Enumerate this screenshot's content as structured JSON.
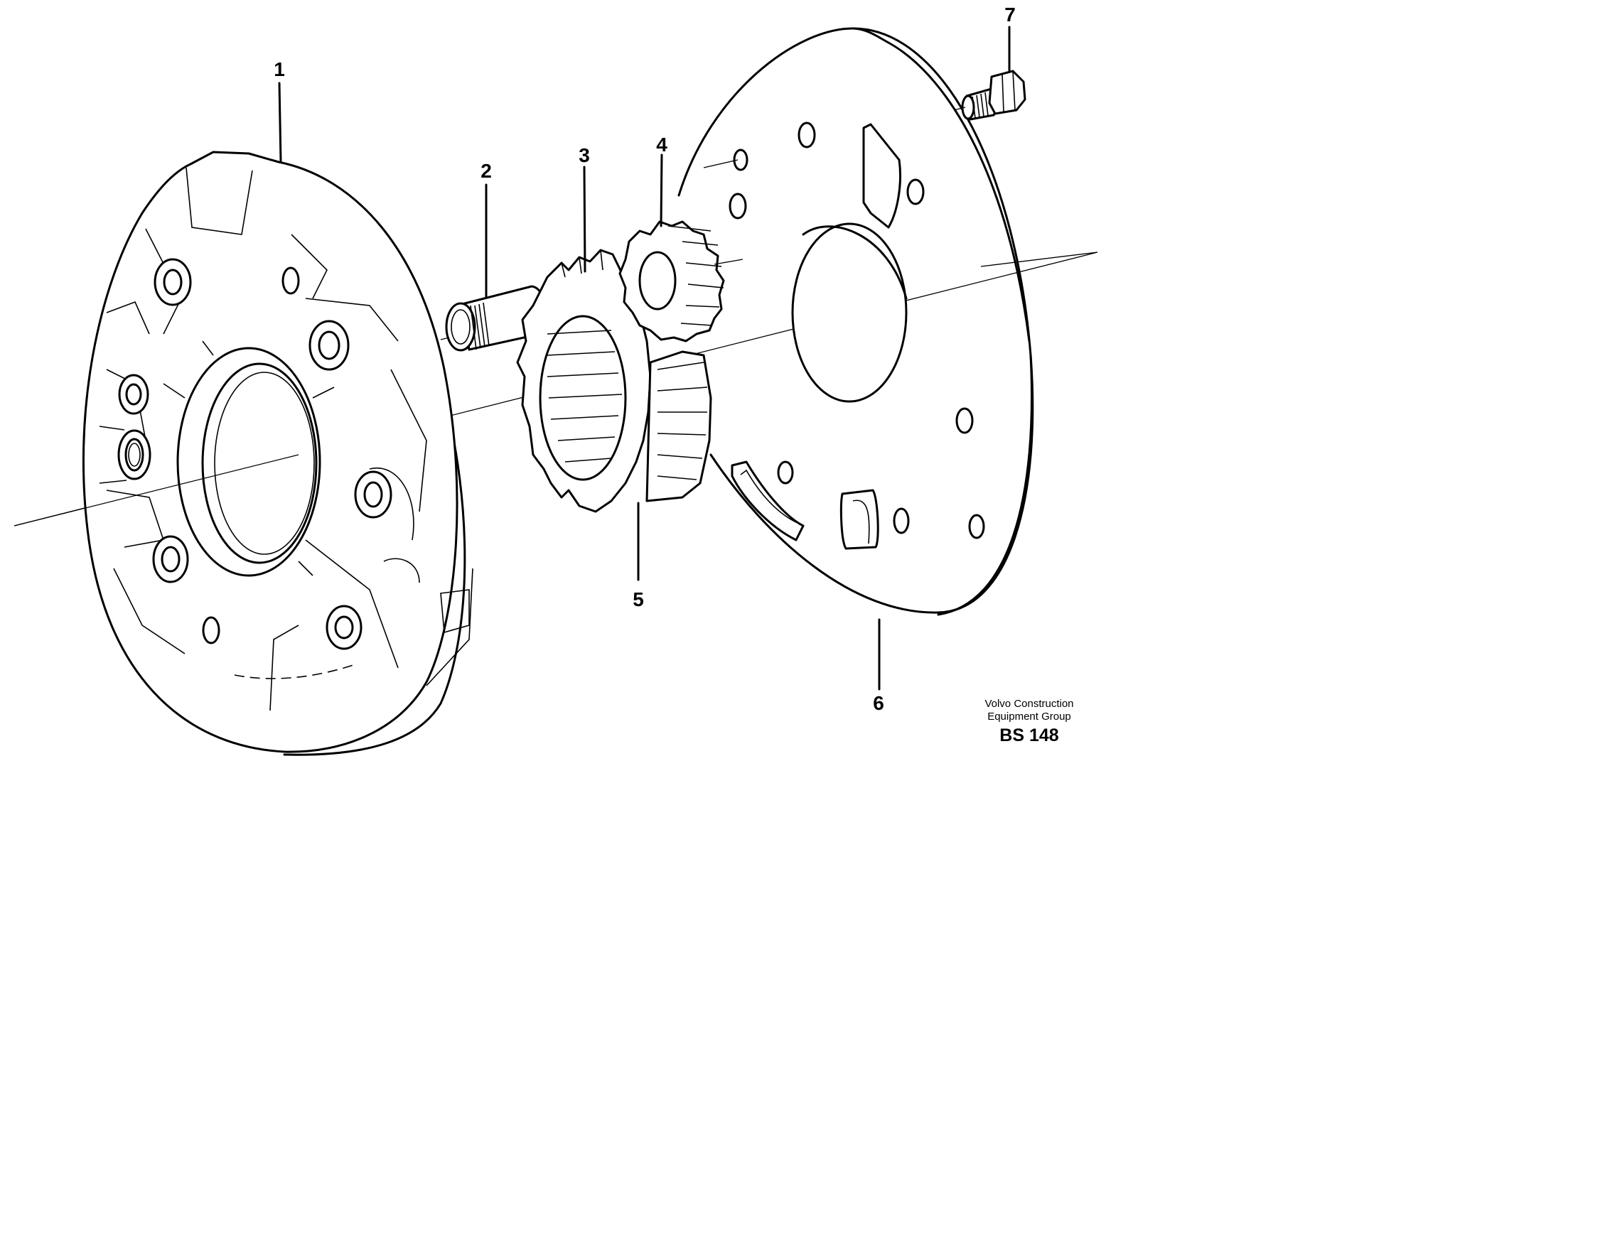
{
  "callouts": {
    "c1": "1",
    "c2": "2",
    "c3": "3",
    "c4": "4",
    "c5": "5",
    "c6": "6",
    "c7": "7"
  },
  "footer": {
    "credit_line1": "Volvo Construction",
    "credit_line2": "Equipment Group",
    "reference": "BS 148"
  }
}
